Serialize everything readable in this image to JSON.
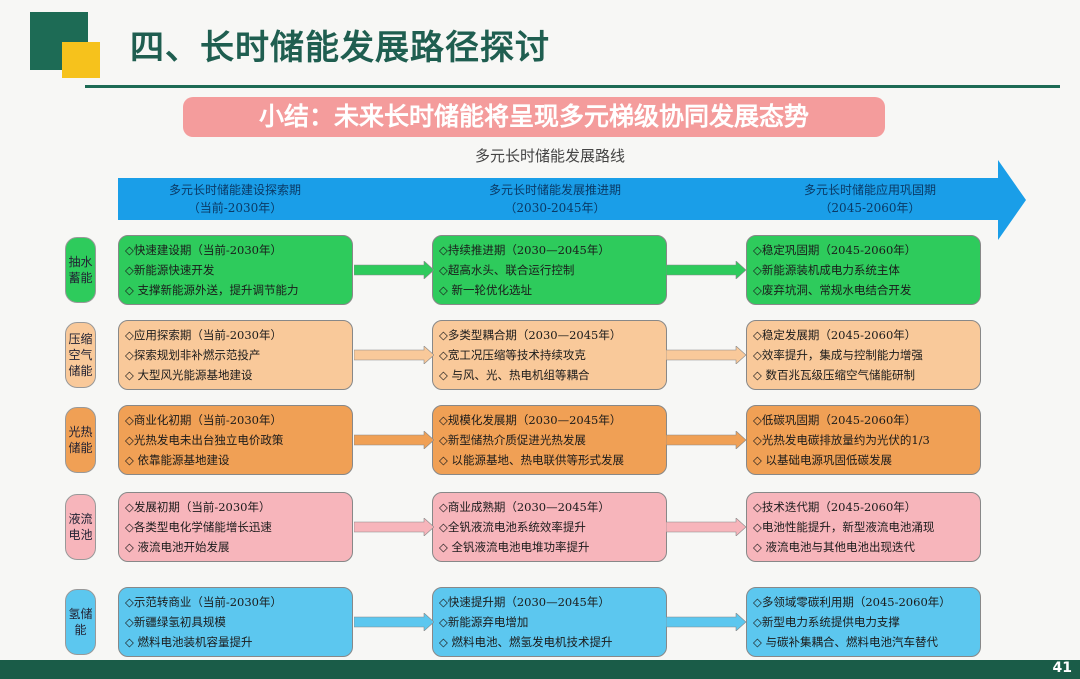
{
  "header": {
    "title": "四、长时储能发展路径探讨",
    "banner": "小结：未来长时储能将呈现多元梯级协同发展态势"
  },
  "roadmap": {
    "title": "多元长时储能发展路线",
    "phases": [
      {
        "name": "多元长时储能建设探索期",
        "period": "（当前-2030年）"
      },
      {
        "name": "多元长时储能发展推进期",
        "period": "（2030-2045年）"
      },
      {
        "name": "多元长时储能应用巩固期",
        "period": "（2045-2060年）"
      }
    ]
  },
  "rows": [
    {
      "label": "抽水蓄能",
      "color": "#2ecb5c",
      "stages": [
        [
          "◇快速建设期（当前-2030年）",
          "◇新能源快速开发",
          "◇ 支撑新能源外送，提升调节能力"
        ],
        [
          "◇持续推进期（2030—2045年）",
          "◇超高水头、联合运行控制",
          "◇ 新一轮优化选址"
        ],
        [
          "◇稳定巩固期（2045-2060年）",
          "◇新能源装机成电力系统主体",
          "◇废弃坑洞、常规水电结合开发"
        ]
      ]
    },
    {
      "label": "压缩空气储能",
      "color": "#f9c99a",
      "stages": [
        [
          "◇应用探索期（当前-2030年）",
          "◇探索规划非补燃示范投产",
          "◇ 大型风光能源基地建设"
        ],
        [
          "◇多类型耦合期（2030—2045年）",
          "◇宽工况压缩等技术持续攻克",
          "◇ 与风、光、热电机组等耦合"
        ],
        [
          "◇稳定发展期（2045-2060年）",
          "◇效率提升，集成与控制能力增强",
          "◇ 数百兆瓦级压缩空气储能研制"
        ]
      ]
    },
    {
      "label": "光热储能",
      "color": "#f0a055",
      "stages": [
        [
          "◇商业化初期（当前-2030年）",
          "◇光热发电未出台独立电价政策",
          "◇ 依靠能源基地建设"
        ],
        [
          "◇规模化发展期（2030—2045年）",
          "◇新型储热介质促进光热发展",
          "◇ 以能源基地、热电联供等形式发展"
        ],
        [
          "◇低碳巩固期（2045-2060年）",
          "◇光热发电碳排放量约为光伏的1/3",
          "◇ 以基础电源巩固低碳发展"
        ]
      ]
    },
    {
      "label": "液流电池",
      "color": "#f7b5bb",
      "stages": [
        [
          "◇发展初期（当前-2030年）",
          "◇各类型电化学储能增长迅速",
          "◇ 液流电池开始发展"
        ],
        [
          "◇商业成熟期（2030—2045年）",
          "◇全钒液流电池系统效率提升",
          "◇ 全钒液流电池电堆功率提升"
        ],
        [
          "◇技术迭代期（2045-2060年）",
          "◇电池性能提升，新型液流电池涌现",
          "◇ 液流电池与其他电池出现迭代"
        ]
      ]
    },
    {
      "label": "氢储能",
      "color": "#5cc7ef",
      "stages": [
        [
          "◇示范转商业（当前-2030年）",
          "◇新疆绿氢初具规模",
          "◇ 燃料电池装机容量提升"
        ],
        [
          "◇快速提升期（2030—2045年）",
          "◇新能源弃电增加",
          "◇ 燃料电池、燃氢发电机技术提升"
        ],
        [
          "◇多领域零碳利用期（2045-2060年）",
          "◇新型电力系统提供电力支撑",
          "◇ 与碳补集耦合、燃料电池汽车替代"
        ]
      ]
    }
  ],
  "footer": {
    "page": "41"
  }
}
